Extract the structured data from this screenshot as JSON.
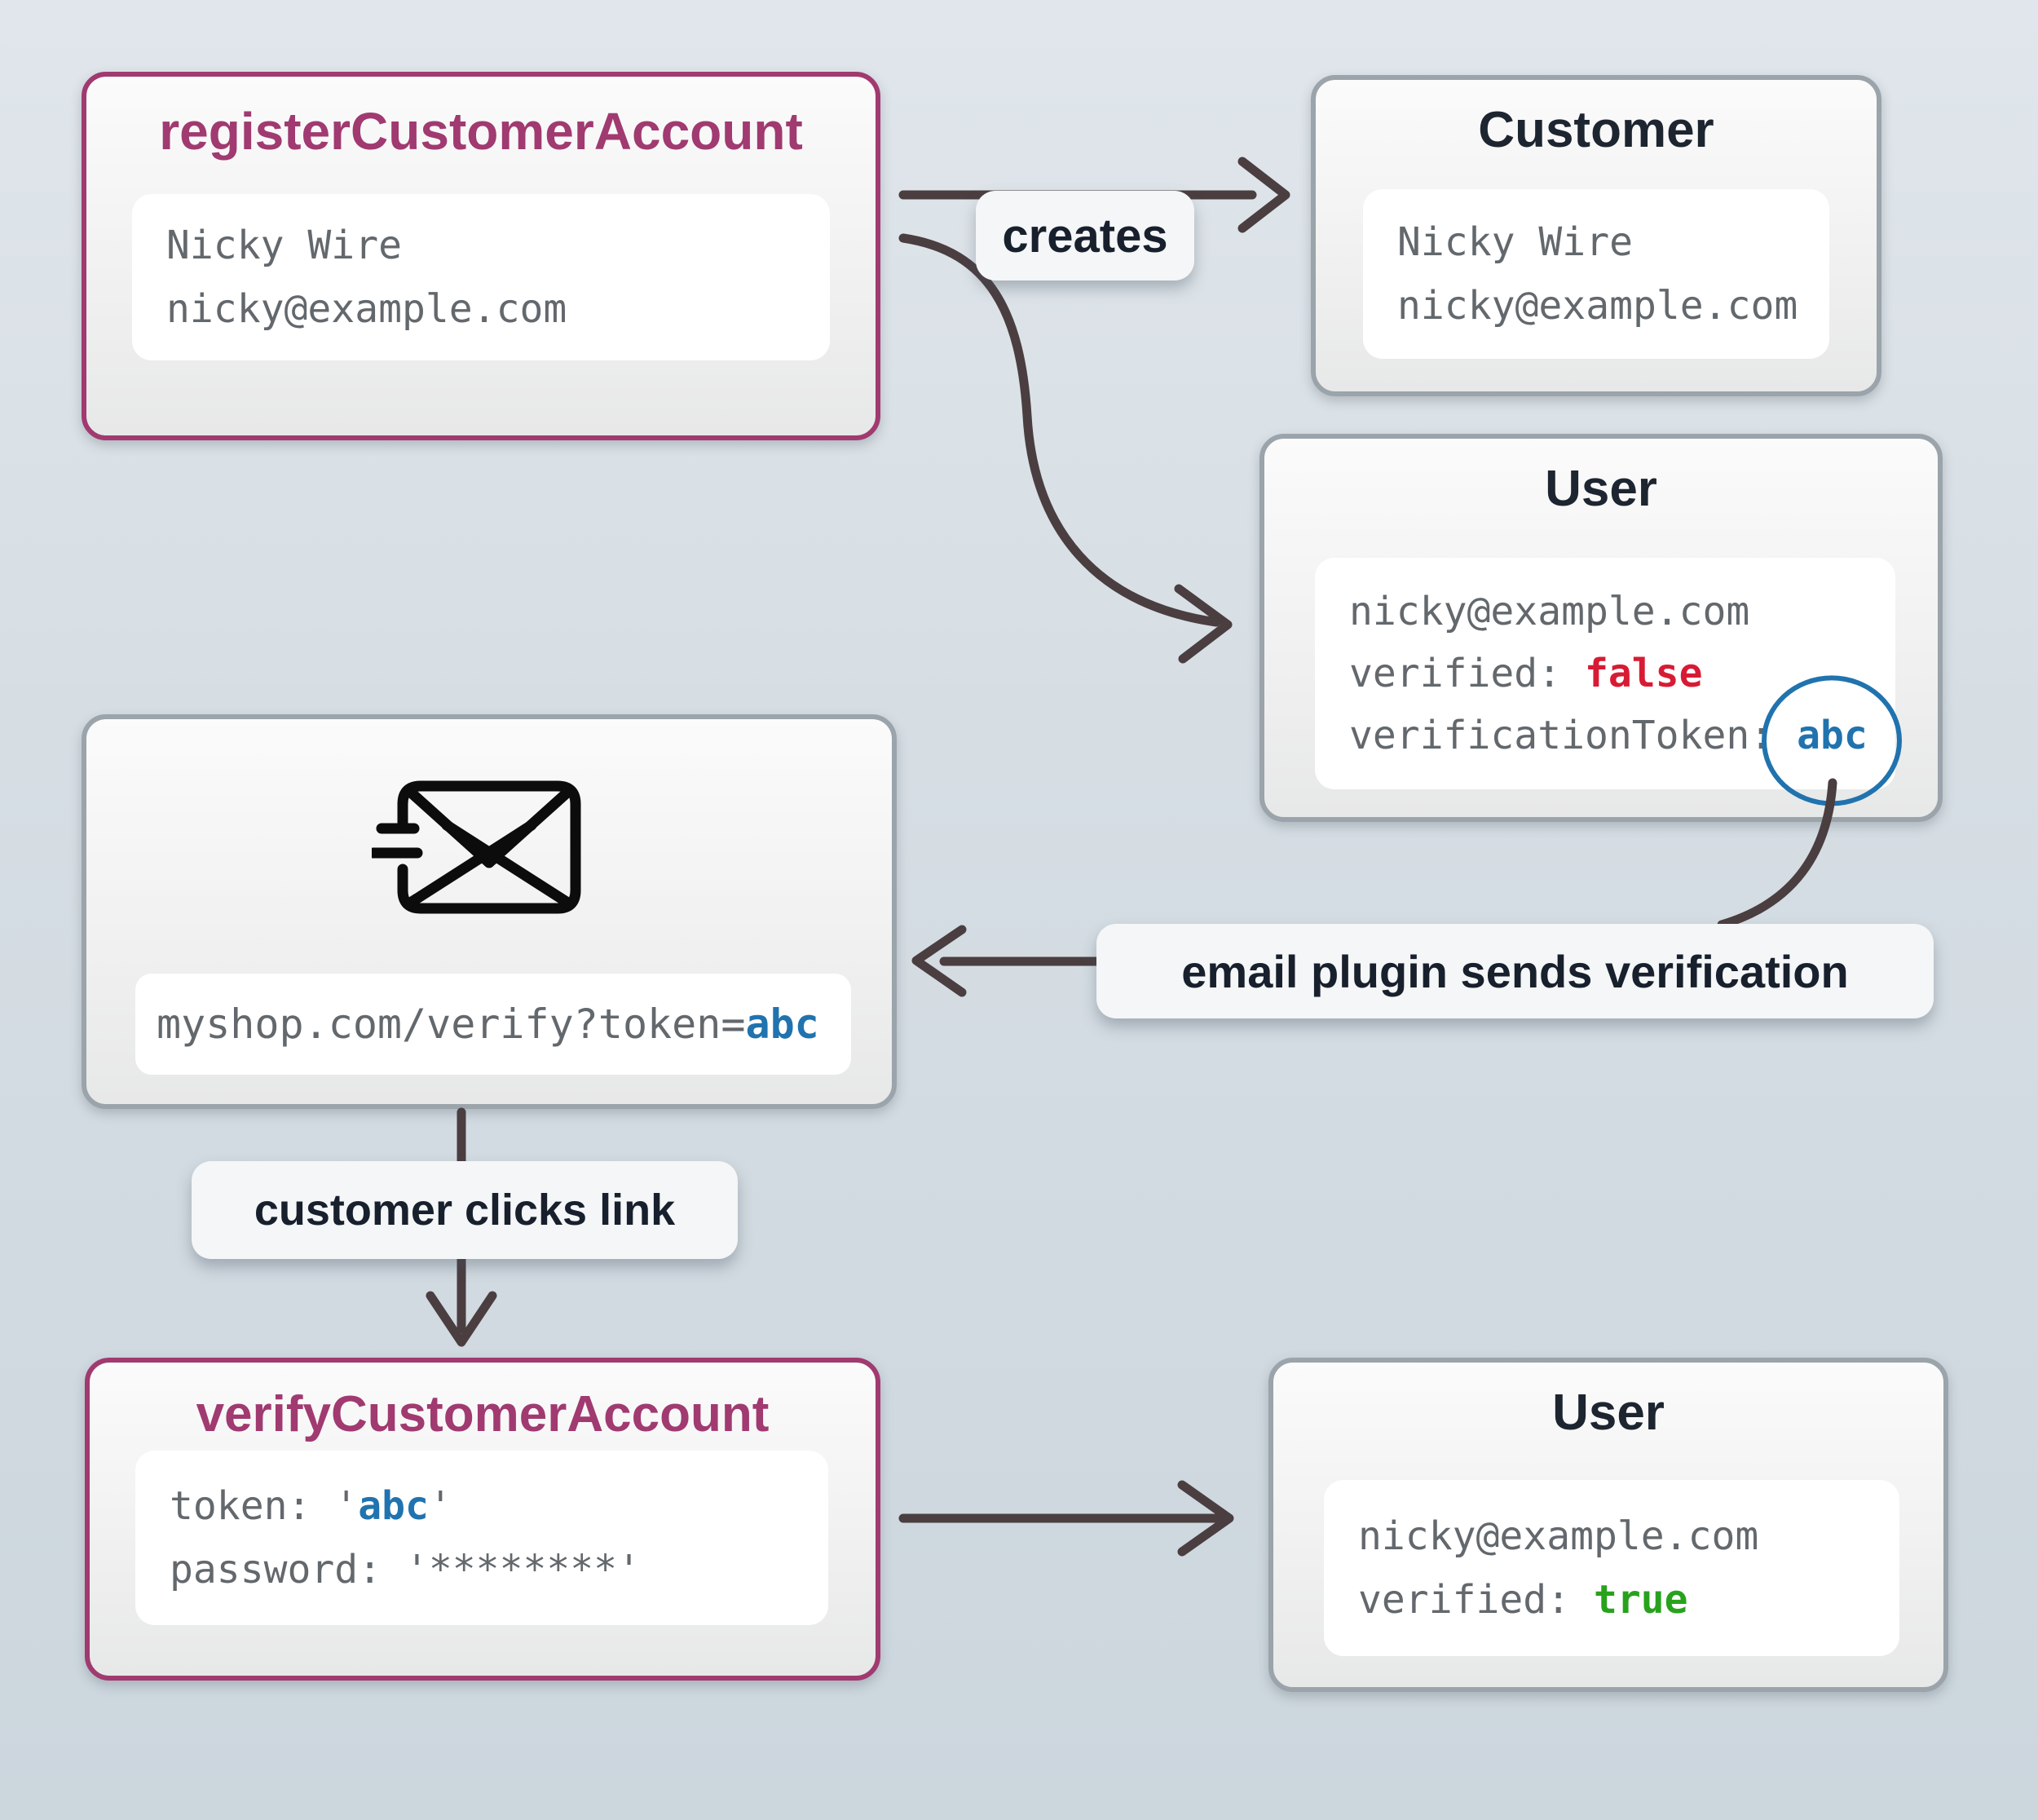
{
  "register_box": {
    "title": "registerCustomerAccount",
    "line1": "Nicky Wire",
    "line2": "nicky@example.com"
  },
  "customer_box": {
    "title": "Customer",
    "line1": "Nicky Wire",
    "line2": "nicky@example.com"
  },
  "user_box_unverified": {
    "title": "User",
    "email": "nicky@example.com",
    "verified_key": "verified: ",
    "verified_value": "false",
    "token_key": "verificationToken: ",
    "token_value": "abc"
  },
  "email_box": {
    "icon": "mail-send-icon",
    "url_prefix": "myshop.com/verify?token=",
    "url_token": "abc"
  },
  "verify_box": {
    "title": "verifyCustomerAccount",
    "token_key": "token: ",
    "token_open_quote": "'",
    "token_value": "abc",
    "token_close_quote": "'",
    "password_key": "password: ",
    "password_value": "'********'"
  },
  "user_box_verified": {
    "title": "User",
    "email": "nicky@example.com",
    "verified_key": "verified: ",
    "verified_value": "true"
  },
  "labels": {
    "creates": "creates",
    "email_plugin": "email plugin sends verification",
    "customer_clicks": "customer clicks link"
  },
  "colors": {
    "accent_purple": "#a03a70",
    "border_gray": "#9aa4aa",
    "value_red": "#d81b34",
    "value_green": "#28a21d",
    "value_blue": "#2073ae",
    "arrow": "#4a3e41",
    "title_dark": "#1d2530",
    "mono_gray": "#63686d"
  }
}
